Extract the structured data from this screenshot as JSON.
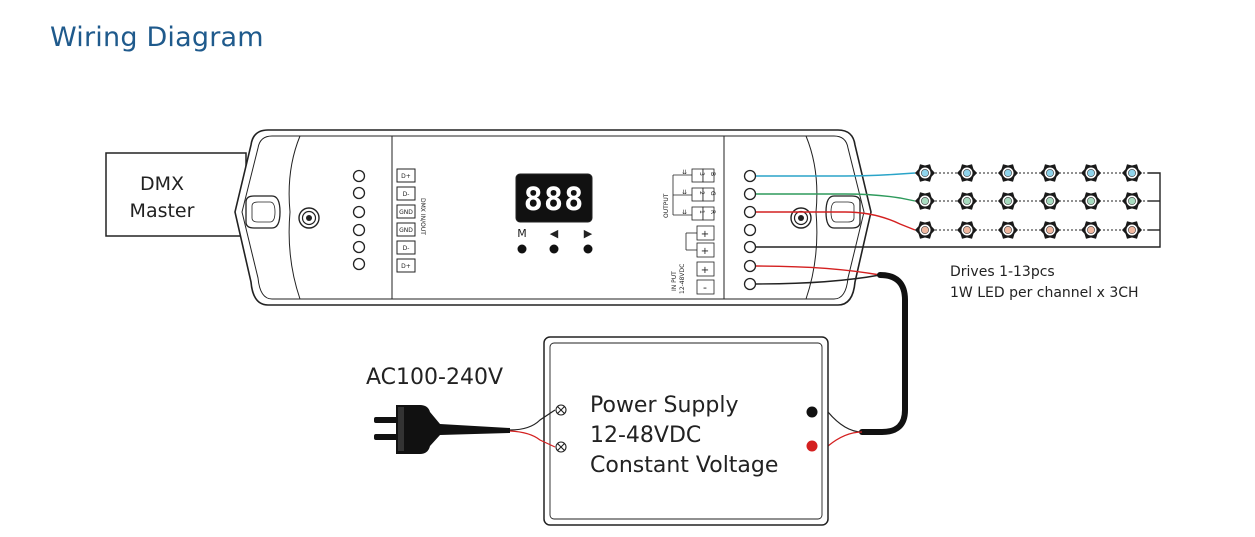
{
  "title": "Wiring Diagram",
  "dmx_master": {
    "line1": "DMX",
    "line2": "Master"
  },
  "dmx_terminals": [
    "D+",
    "D-",
    "GND",
    "GND",
    "D-",
    "D+"
  ],
  "dmx_inout_label": "DMX IN/OUT",
  "display": {
    "digits": "888"
  },
  "buttons": {
    "m": "M",
    "left": "◀",
    "right": "▶"
  },
  "output": {
    "label": "OUTPUT",
    "channels": [
      {
        "num": "3",
        "color": "B"
      },
      {
        "num": "2",
        "color": "G"
      },
      {
        "num": "1",
        "color": "R"
      }
    ],
    "common": [
      "+",
      "+"
    ]
  },
  "input": {
    "label1": "IN PUT",
    "label2": "12-48VDC",
    "terminals": [
      "+",
      "-"
    ]
  },
  "led_note": {
    "line1": "Drives 1-13pcs",
    "line2": "1W LED per channel x 3CH"
  },
  "mains_label": "AC100-240V",
  "power_supply": {
    "line1": "Power Supply",
    "line2": "12-48VDC",
    "line3": "Constant Voltage"
  },
  "colors": {
    "title": "#1f5a8c",
    "wire_green": "#2e9a5c",
    "wire_cyan": "#2aa4c8",
    "wire_red": "#d42020",
    "led_blue": "#8fd4ec",
    "led_green": "#a8dcc0",
    "led_red": "#f0b8a0"
  }
}
